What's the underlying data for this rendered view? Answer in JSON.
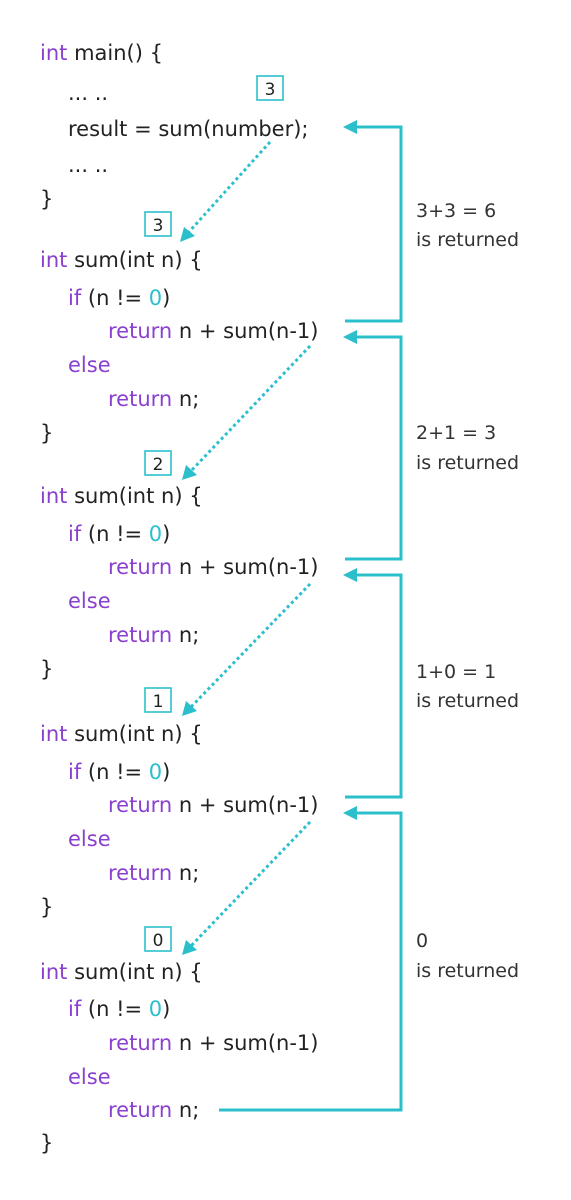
{
  "code": {
    "main": {
      "l1_kw": "int",
      "l1_rest": " main() {",
      "l2": "... ..",
      "l3": "result = sum(number);",
      "l4": "... ..",
      "l5": "}"
    },
    "func": {
      "head_kw": "int",
      "head_rest": " sum(int n) {",
      "if_kw": "if",
      "if_a": " (n != ",
      "if_zero": "0",
      "if_b": ")",
      "ret_kw": "return",
      "ret_rec_rest": " n + sum(n-1)",
      "else_kw": "else",
      "ret_n_rest": " n;",
      "close": "}"
    }
  },
  "value_boxes": [
    "3",
    "3",
    "2",
    "1",
    "0"
  ],
  "returns": [
    {
      "line1": "3+3 = 6",
      "line2": "is returned"
    },
    {
      "line1": "2+1 = 3",
      "line2": "is returned"
    },
    {
      "line1": "1+0 = 1",
      "line2": "is returned"
    },
    {
      "line1": "0",
      "line2": "is returned"
    }
  ],
  "colors": {
    "keyword": "#8a3fcf",
    "arrow": "#2bbfcc",
    "text": "#222222"
  }
}
